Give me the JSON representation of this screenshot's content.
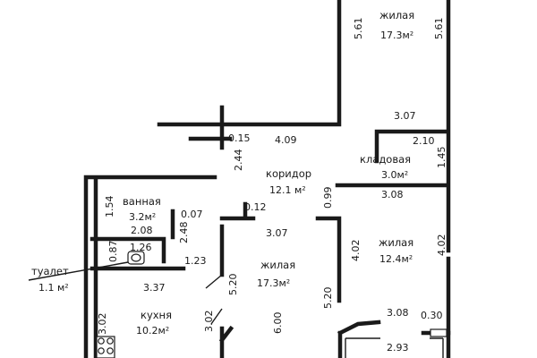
{
  "rooms": {
    "living_top": {
      "name": "жилая",
      "area": "17.3м²"
    },
    "corridor": {
      "name": "коридор",
      "area": "12.1 м²"
    },
    "pantry": {
      "name": "кладовая",
      "area": "3.0м²"
    },
    "bathroom": {
      "name": "ванная",
      "area": "3.2м²"
    },
    "living_right": {
      "name": "жилая",
      "area": "12.4м²"
    },
    "living_center": {
      "name": "жилая",
      "area": "17.3м²"
    },
    "toilet": {
      "name": "туалет",
      "area": "1.1 м²"
    },
    "kitchen": {
      "name": "кухня",
      "area": "10.2м²"
    }
  },
  "dimensions": {
    "d_5_61_left": "5.61",
    "d_5_61_right": "5.61",
    "d_3_07_top": "3.07",
    "d_0_15": "0.15",
    "d_4_09": "4.09",
    "d_2_10": "2.10",
    "d_2_44": "2.44",
    "d_1_45": "1.45",
    "d_0_99": "0.99",
    "d_3_08_mid": "3.08",
    "d_1_54": "1.54",
    "d_0_07": "0.07",
    "d_0_12": "0.12",
    "d_2_08": "2.08",
    "d_2_48": "2.48",
    "d_3_07_mid": "3.07",
    "d_4_02_left": "4.02",
    "d_4_02_right": "4.02",
    "d_0_87": "0.87",
    "d_1_26": "1.26",
    "d_1_23": "1.23",
    "d_5_20_left": "5.20",
    "d_3_37": "3.37",
    "d_5_20_right": "5.20",
    "d_3_08_bottom": "3.08",
    "d_0_30": "0.30",
    "d_3_02_left": "3.02",
    "d_3_02_mid": "3.02",
    "d_6_00": "6.00",
    "d_2_93": "2.93"
  }
}
